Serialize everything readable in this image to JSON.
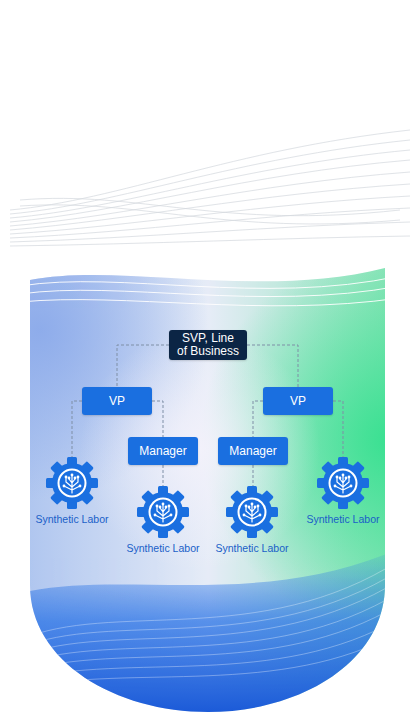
{
  "diagram": {
    "nodes": [
      {
        "text": [
          "SVP, Line of Business"
        ]
      },
      {
        "text": [
          "VP"
        ]
      },
      {
        "text": [
          "VP"
        ]
      },
      {
        "text": [
          "Manager"
        ]
      },
      {
        "text": [
          "Manager"
        ]
      },
      {
        "text": [
          "Synthetic Labor"
        ]
      },
      {
        "text": [
          "Synthetic Labor"
        ]
      },
      {
        "text": [
          "Synthetic Labor"
        ]
      },
      {
        "text": [
          "Synthetic Labor"
        ]
      }
    ],
    "edges": [
      {
        "from": 0,
        "to": 1,
        "arrow": "none"
      },
      {
        "from": 0,
        "to": 2,
        "arrow": "none"
      },
      {
        "from": 1,
        "to": 5,
        "arrow": "none"
      },
      {
        "from": 1,
        "to": 3,
        "arrow": "none"
      },
      {
        "from": 2,
        "to": 4,
        "arrow": "none"
      },
      {
        "from": 2,
        "to": 8,
        "arrow": "none"
      },
      {
        "from": 3,
        "to": 6,
        "arrow": "none"
      },
      {
        "from": 4,
        "to": 7,
        "arrow": "none"
      }
    ]
  }
}
